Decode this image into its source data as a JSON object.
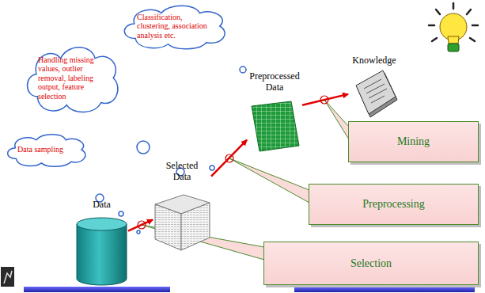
{
  "diagram": {
    "nodes": [
      {
        "text": [
          "Classification, clustering, association analysis etc."
        ]
      },
      {
        "text": [
          "Knowledge"
        ]
      },
      {
        "text": [
          "Handling missing values, outlier removal, labeling output, feature selection"
        ]
      },
      {
        "text": [
          "Preprocessed Data"
        ]
      },
      {
        "text": [
          "Mining"
        ]
      },
      {
        "text": [
          "Data sampling"
        ]
      },
      {
        "text": [
          "Selected Data"
        ]
      },
      {
        "text": [
          "Preprocessing"
        ]
      },
      {
        "text": [
          "Data"
        ]
      },
      {
        "text": [
          "Selection"
        ]
      }
    ],
    "edges": [
      {
        "from": 8,
        "to": 6,
        "arrow": "to"
      },
      {
        "from": 6,
        "to": 3,
        "arrow": "to"
      },
      {
        "from": 3,
        "to": 1,
        "arrow": "to"
      }
    ]
  }
}
